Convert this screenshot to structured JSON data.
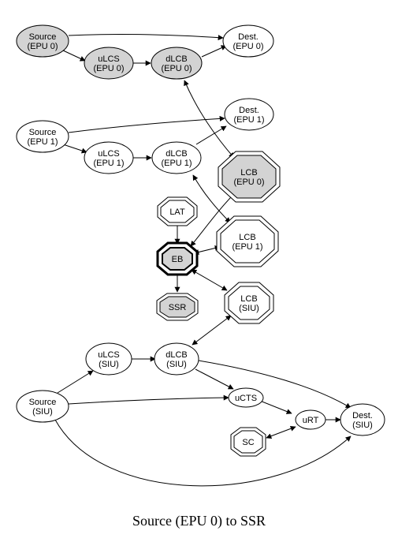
{
  "caption": "Source (EPU 0) to SSR",
  "nodes": {
    "source_epu0": [
      "Source",
      "(EPU 0)"
    ],
    "dest_epu0": [
      "Dest.",
      "(EPU 0)"
    ],
    "ulcs_epu0": [
      "uLCS",
      "(EPU 0)"
    ],
    "dlcb_epu0": [
      "dLCB",
      "(EPU 0)"
    ],
    "source_epu1": [
      "Source",
      "(EPU 1)"
    ],
    "dest_epu1": [
      "Dest.",
      "(EPU 1)"
    ],
    "ulcs_epu1": [
      "uLCS",
      "(EPU 1)"
    ],
    "dlcb_epu1": [
      "dLCB",
      "(EPU 1)"
    ],
    "lcb_epu0": [
      "LCB",
      "(EPU 0)"
    ],
    "lat": [
      "LAT"
    ],
    "lcb_epu1": [
      "LCB",
      "(EPU 1)"
    ],
    "eb": [
      "EB"
    ],
    "ssr": [
      "SSR"
    ],
    "lcb_siu": [
      "LCB",
      "(SIU)"
    ],
    "ulcs_siu": [
      "uLCS",
      "(SIU)"
    ],
    "dlcb_siu": [
      "dLCB",
      "(SIU)"
    ],
    "source_siu": [
      "Source",
      "(SIU)"
    ],
    "ucts": [
      "uCTS"
    ],
    "urt": [
      "uRT"
    ],
    "dest_siu": [
      "Dest.",
      "(SIU)"
    ],
    "sc": [
      "SC"
    ]
  },
  "highlight_fill": "#d3d3d3"
}
